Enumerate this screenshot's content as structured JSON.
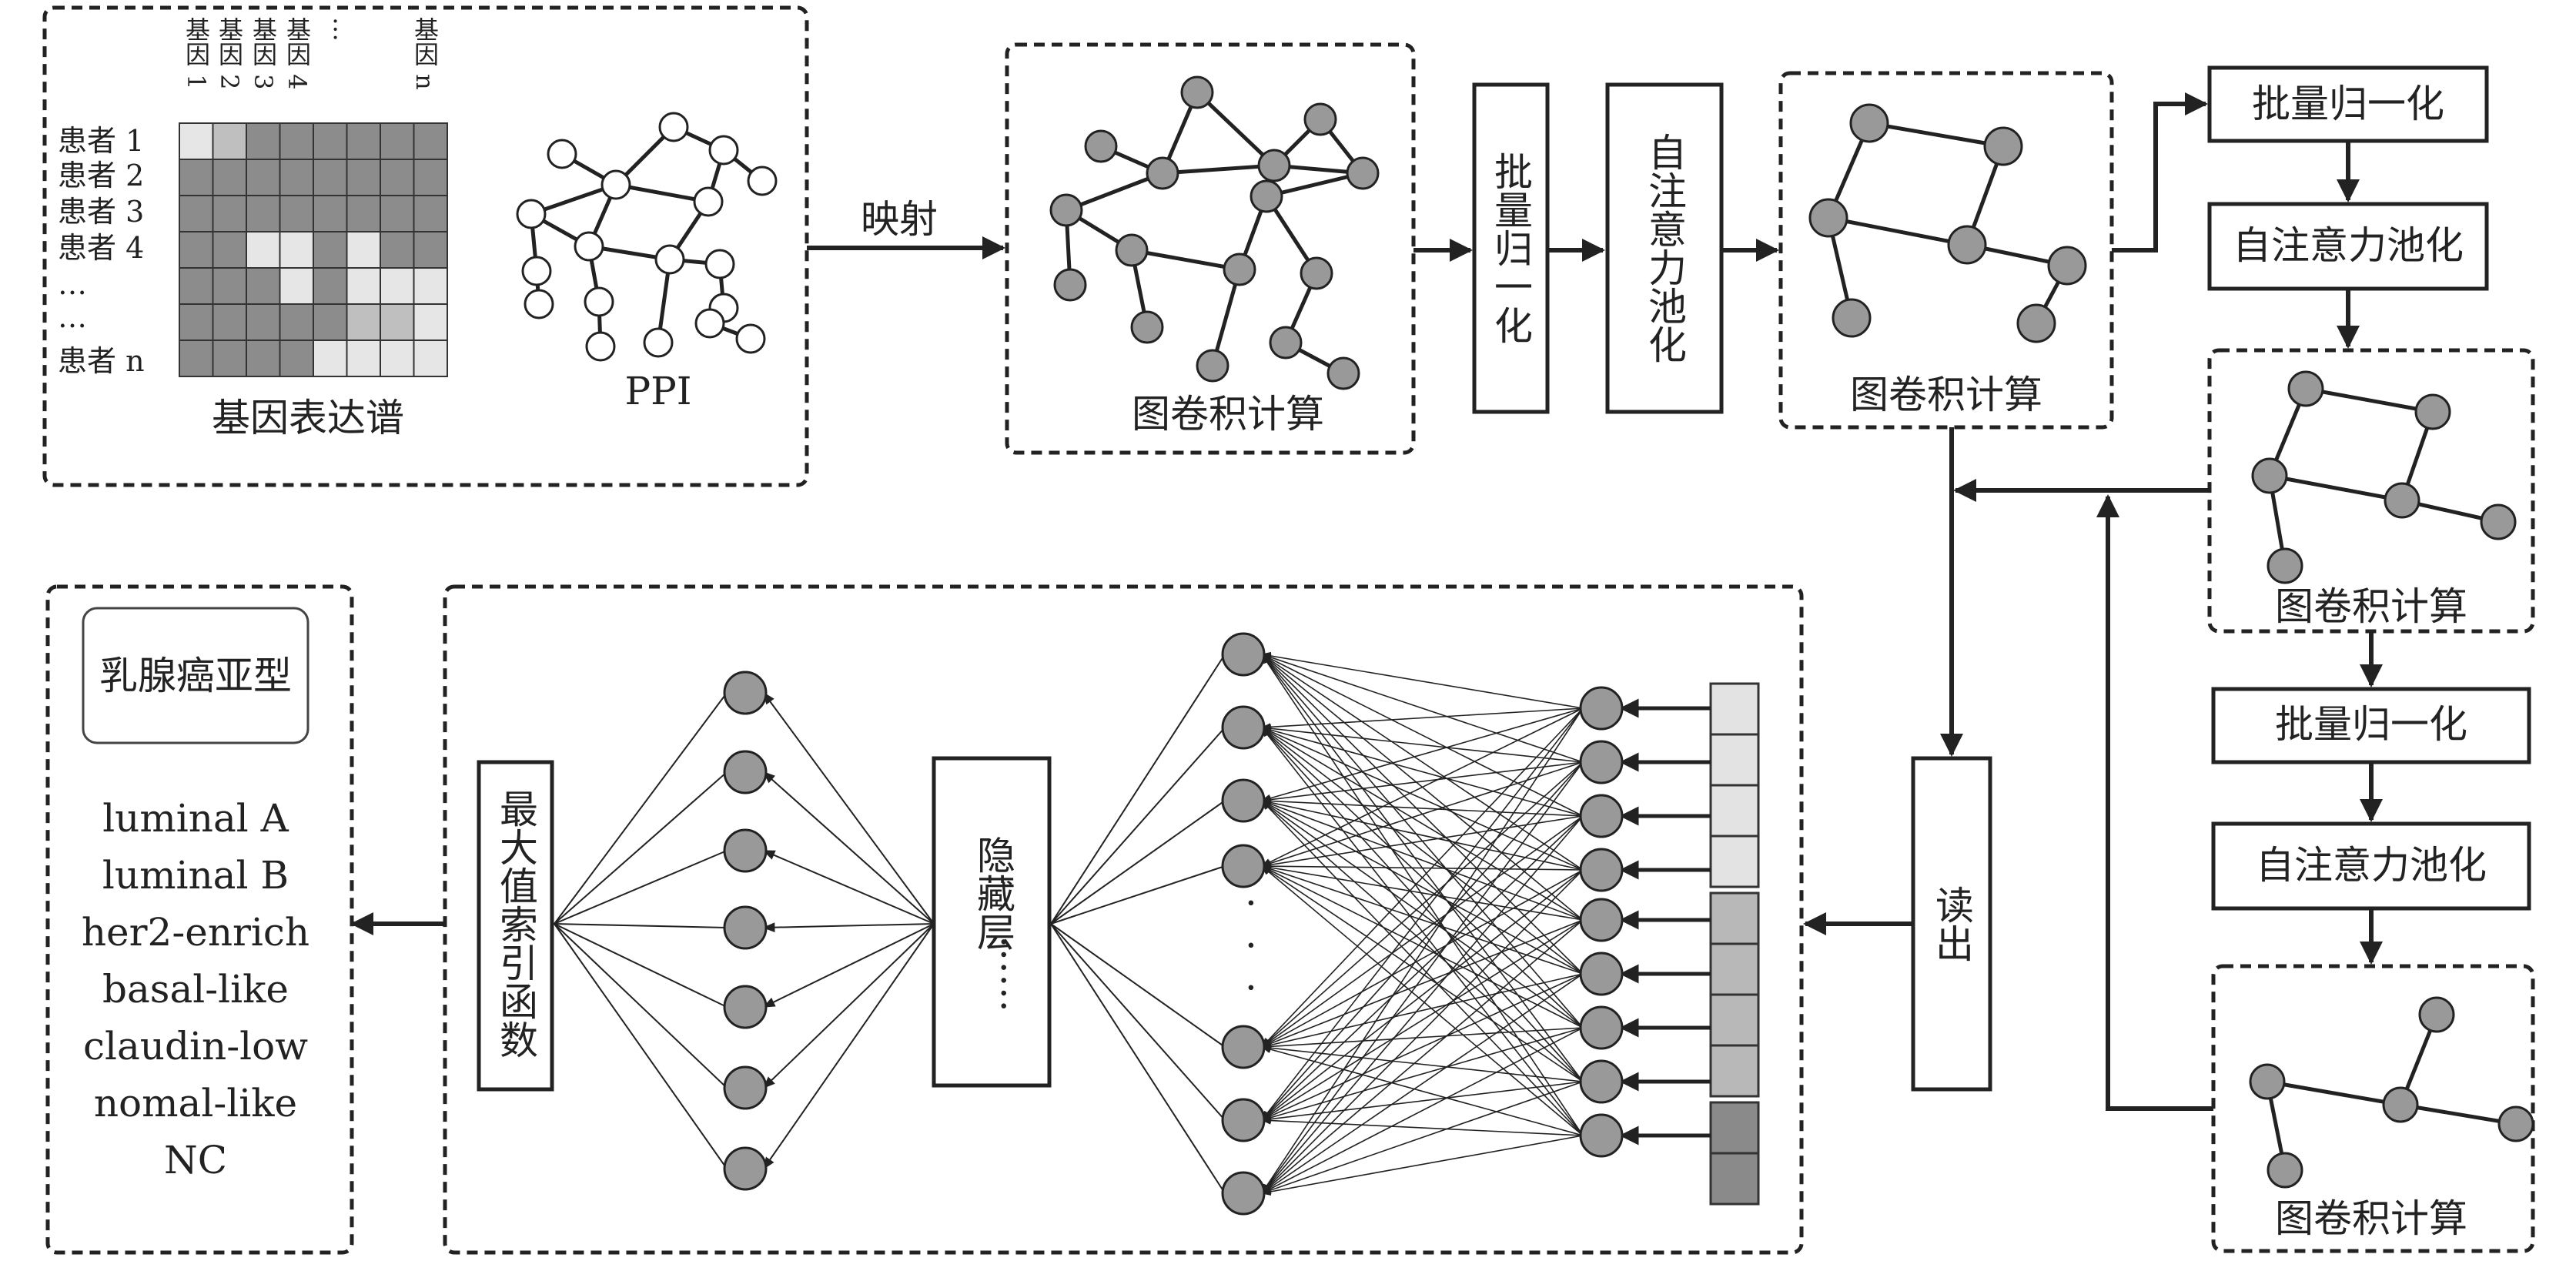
{
  "expression": {
    "title": "基因表达谱",
    "gene_labels": [
      "基因 1",
      "基因 2",
      "基因 3",
      "基因 4",
      "…",
      "基因 n"
    ],
    "patient_labels": [
      "患者 1",
      "患者 2",
      "患者 3",
      "患者 4",
      "…",
      "…",
      "患者 n"
    ]
  },
  "ppi": {
    "label": "PPI"
  },
  "mapping": {
    "label": "映射"
  },
  "gcn1": {
    "label": "图卷积计算"
  },
  "bn_vertical": {
    "label": "批量归一化"
  },
  "pool_vertical": {
    "label": "自注意力池化"
  },
  "gcn2": {
    "label": "图卷积计算"
  },
  "right_col": {
    "bn1": "批量归一化",
    "pool1": "自注意力池化",
    "gcn3": "图卷积计算",
    "bn2": "批量归一化",
    "pool2": "自注意力池化",
    "gcn4": "图卷积计算"
  },
  "readout": {
    "label": "读出"
  },
  "hidden": {
    "label": "隐藏层",
    "dots": "……"
  },
  "argmax": {
    "label": "最大值索引函数"
  },
  "nn_ellipsis": [
    "·",
    "·",
    "·"
  ],
  "subtypes": {
    "title": "乳腺癌亚型",
    "items": [
      "luminal A",
      "luminal B",
      "her2-enrich",
      "basal-like",
      "claudin-low",
      "nomal-like",
      "NC"
    ]
  },
  "colors": {
    "node": "#999999",
    "line": "#222222",
    "dark_cell": "#8c8c8c",
    "light_cell": "#e6e6e6"
  }
}
